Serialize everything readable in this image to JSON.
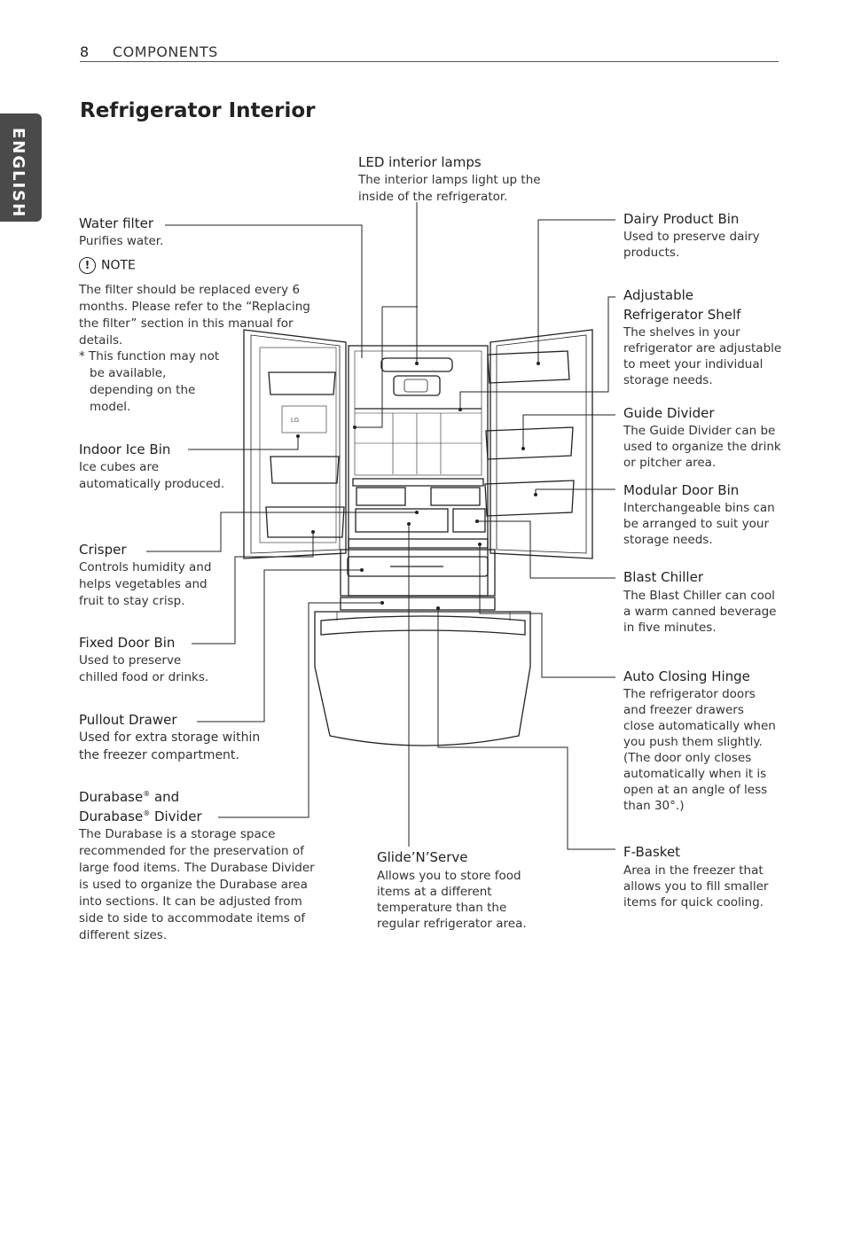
{
  "header": {
    "page_number": "8",
    "section": "COMPONENTS"
  },
  "side_tab": "ENGLISH",
  "title": "Refrigerator Interior",
  "logo_text": "LG",
  "labels": {
    "led": {
      "name": "LED interior lamps",
      "desc": [
        "The interior lamps light up the",
        "inside of the refrigerator."
      ]
    },
    "water_filter": {
      "name": "Water filter",
      "desc": [
        "Purifies water."
      ]
    },
    "indoor_ice_bin": {
      "name": "Indoor Ice Bin",
      "desc": [
        "Ice cubes are",
        "automatically produced."
      ]
    },
    "crisper": {
      "name": "Crisper",
      "desc": [
        "Controls humidity and",
        "helps vegetables and",
        "fruit to stay crisp."
      ]
    },
    "fixed_door_bin": {
      "name": "Fixed Door Bin",
      "desc": [
        "Used to preserve",
        "chilled food or drinks."
      ]
    },
    "pullout_drawer": {
      "name": "Pullout Drawer",
      "desc": [
        "Used for extra storage within",
        "the freezer compartment."
      ]
    },
    "durabase": {
      "name_1": "Durabase",
      "name_1_tail": " and",
      "name_2": "Durabase",
      "name_2_tail": " Divider",
      "reg": "®",
      "desc": [
        "The Durabase is a storage space",
        "recommended for the preservation of",
        "large food items. The Durabase Divider",
        "is used to organize the Durabase area",
        "into sections. It can be adjusted from",
        "side to side to accommodate items of",
        "different sizes."
      ]
    },
    "glide": {
      "name": "Glide’N’Serve",
      "desc": [
        "Allows you to store food",
        "items at a different",
        "temperature than the",
        "regular refrigerator area."
      ]
    },
    "dairy": {
      "name": "Dairy Product Bin",
      "desc": [
        "Used to preserve dairy",
        "products."
      ]
    },
    "shelf": {
      "name_1": "Adjustable",
      "name_2": "Refrigerator Shelf",
      "desc": [
        "The shelves in your",
        "refrigerator are adjustable",
        "to meet your individual",
        "storage needs."
      ]
    },
    "guide": {
      "name": "Guide Divider",
      "desc": [
        "The Guide Divider can be",
        "used to organize the drink",
        "or pitcher area."
      ]
    },
    "modular": {
      "name": "Modular Door Bin",
      "desc": [
        "Interchangeable bins can",
        "be arranged to suit your",
        "storage needs."
      ]
    },
    "blast": {
      "name": "Blast Chiller",
      "desc": [
        "The Blast Chiller can cool",
        "a warm canned beverage",
        "in five minutes."
      ]
    },
    "hinge": {
      "name": "Auto Closing Hinge",
      "desc": [
        "The refrigerator doors",
        "and freezer drawers",
        "close automatically when",
        "you push them slightly.",
        "(The door only closes",
        "automatically when it is",
        "open at an angle of less",
        "than 30°.)"
      ]
    },
    "fbasket": {
      "name": "F-Basket",
      "desc": [
        "Area in the freezer that",
        "allows you to fill smaller",
        "items for quick cooling."
      ]
    }
  },
  "note": {
    "icon": "!",
    "title": "NOTE",
    "text": "The filter should be replaced every 6 months. Please refer to the “Replacing the filter” section in this manual for details.",
    "bullet": "* This function may not be available, depending on the model."
  }
}
